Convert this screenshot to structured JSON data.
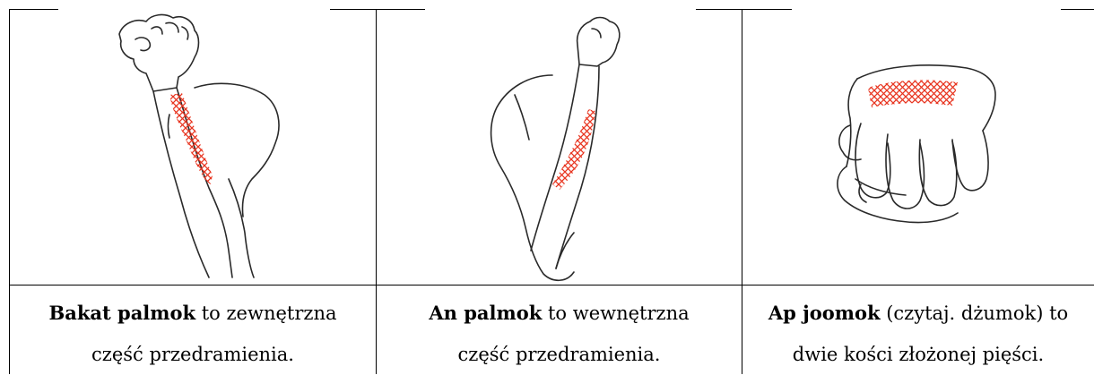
{
  "colors": {
    "border": "#000000",
    "hatch": "#e8341f",
    "outline": "#2a2a2a"
  },
  "columns": [
    {
      "illustration": "forearm-outer-icon",
      "term": "Bakat palmok",
      "rest_line1": " to zewnętrzna",
      "line2": "część przedramienia."
    },
    {
      "illustration": "forearm-inner-icon",
      "term": "An palmok",
      "rest_line1": " to wewnętrzna",
      "line2": "część  przedramienia."
    },
    {
      "illustration": "fist-knuckles-icon",
      "term": "Ap joomok",
      "rest_line1": " (czytaj. dżumok) to",
      "line2": "dwie kości złożonej pięści."
    }
  ]
}
